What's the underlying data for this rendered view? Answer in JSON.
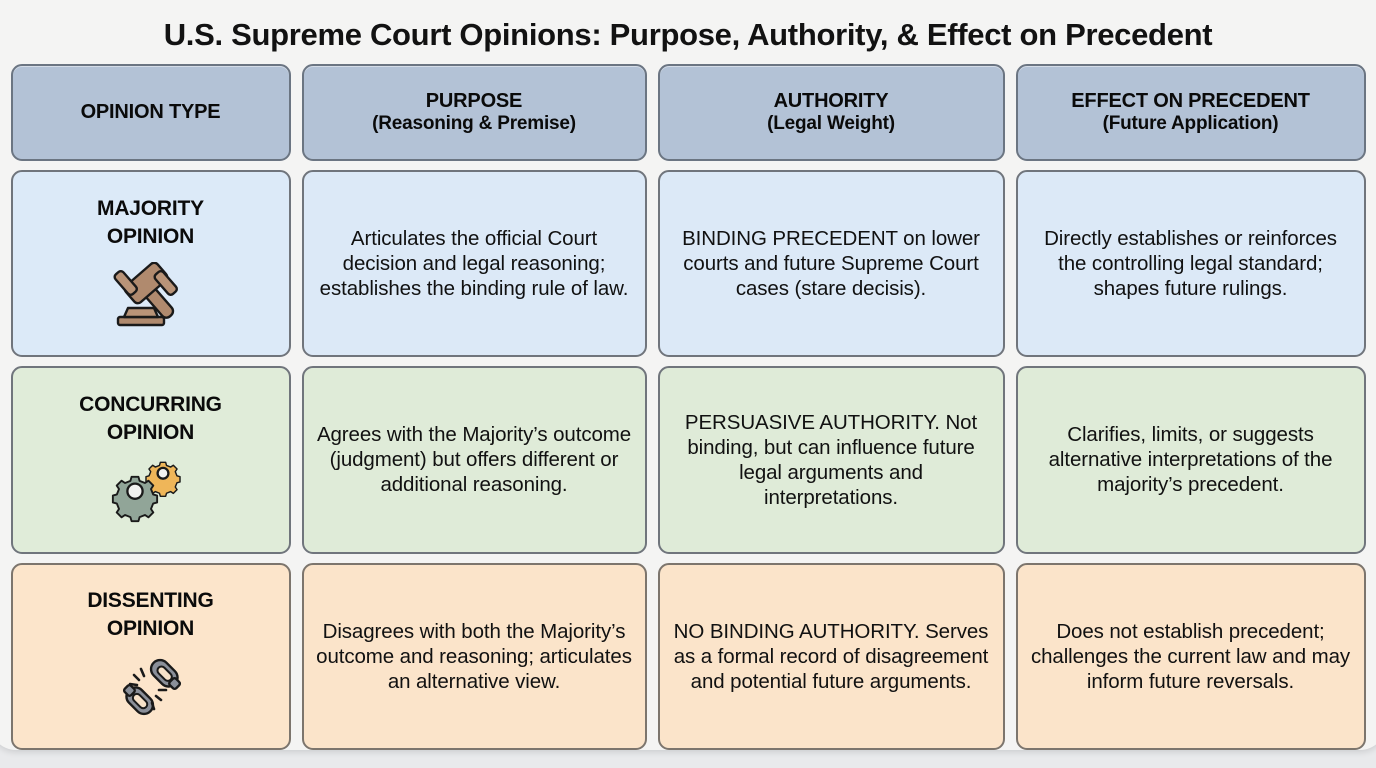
{
  "page": {
    "title": "U.S. Supreme Court Opinions: Purpose, Authority, & Effect on Precedent"
  },
  "colors": {
    "header_bg": "#b3c2d6",
    "row_majority_bg": "#dce9f7",
    "row_concurring_bg": "#dfebd8",
    "row_dissenting_bg": "#fbe4ca",
    "border": "#6d6f72",
    "page_bg": "#f4f4f3",
    "text": "#111111"
  },
  "table": {
    "headers": [
      {
        "main": "OPINION TYPE",
        "sub": ""
      },
      {
        "main": "PURPOSE",
        "sub": "(Reasoning & Premise)"
      },
      {
        "main": "AUTHORITY",
        "sub": "(Legal Weight)"
      },
      {
        "main": "EFFECT ON PRECEDENT",
        "sub": "(Future Application)"
      }
    ],
    "rows": [
      {
        "label_line1": "MAJORITY",
        "label_line2": "OPINION",
        "icon": "gavel-icon",
        "purpose": "Articulates the official Court decision and legal reasoning; establishes the binding rule of law.",
        "authority": "BINDING PRECEDENT on lower courts and future Supreme Court cases (stare decisis).",
        "effect": "Directly establishes or reinforces the controlling legal standard; shapes future rulings."
      },
      {
        "label_line1": "CONCURRING",
        "label_line2": "OPINION",
        "icon": "gears-icon",
        "purpose": "Agrees with the Majority’s outcome (judgment) but offers different or additional reasoning.",
        "authority": "PERSUASIVE AUTHORITY. Not binding, but can influence future legal arguments and interpretations.",
        "effect": "Clarifies, limits, or suggests alternative interpretations of the majority’s precedent."
      },
      {
        "label_line1": "DISSENTING",
        "label_line2": "OPINION",
        "icon": "broken-chain-icon",
        "purpose": "Disagrees with both the Majority’s outcome and reasoning; articulates an alternative view.",
        "authority": "NO BINDING AUTHORITY. Serves as a formal record of disagreement and potential future arguments.",
        "effect": "Does not establish precedent; challenges the current law and may inform future reversals."
      }
    ]
  }
}
